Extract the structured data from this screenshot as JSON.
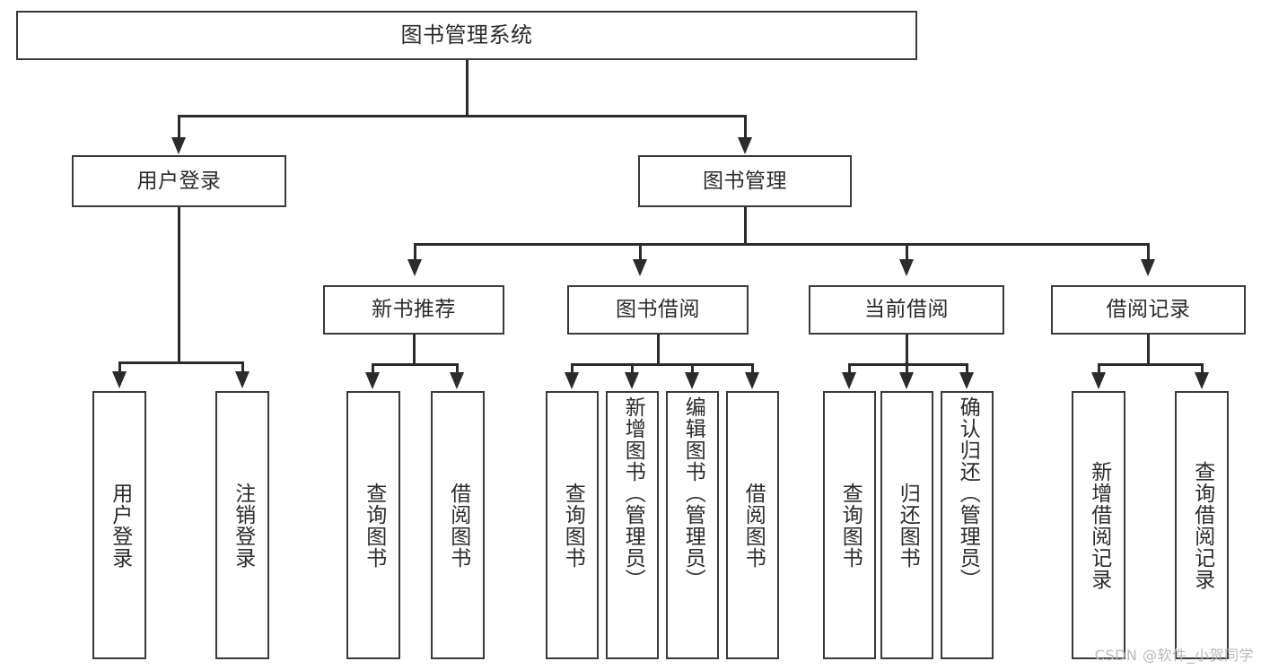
{
  "diagram": {
    "title": "图书管理系统",
    "type": "tree",
    "root": {
      "label": "图书管理系统"
    },
    "level2": [
      {
        "label": "用户登录"
      },
      {
        "label": "图书管理"
      }
    ],
    "level3": [
      {
        "label": "新书推荐"
      },
      {
        "label": "图书借阅"
      },
      {
        "label": "当前借阅"
      },
      {
        "label": "借阅记录"
      }
    ],
    "leaves": {
      "user_login": [
        {
          "label": "用户登录"
        },
        {
          "label": "注销登录"
        }
      ],
      "new_book_recommend": [
        {
          "label": "查询图书"
        },
        {
          "label": "借阅图书"
        }
      ],
      "book_borrow": [
        {
          "label": "查询图书"
        },
        {
          "label": "新增图书（管理员）"
        },
        {
          "label": "编辑图书（管理员）"
        },
        {
          "label": "借阅图书"
        }
      ],
      "current_borrow": [
        {
          "label": "查询图书"
        },
        {
          "label": "归还图书"
        },
        {
          "label": "确认归还（管理员）"
        }
      ],
      "borrow_record": [
        {
          "label": "新增借阅记录"
        },
        {
          "label": "查询借阅记录"
        }
      ]
    },
    "colors": {
      "stroke": "#3a3a3a",
      "line": "#2b2b2b",
      "fill": "#ffffff",
      "text": "#2b2b2b",
      "watermark": "#b9b9b9"
    }
  },
  "watermark": {
    "text": "CSDN @软件_小贺同学"
  }
}
